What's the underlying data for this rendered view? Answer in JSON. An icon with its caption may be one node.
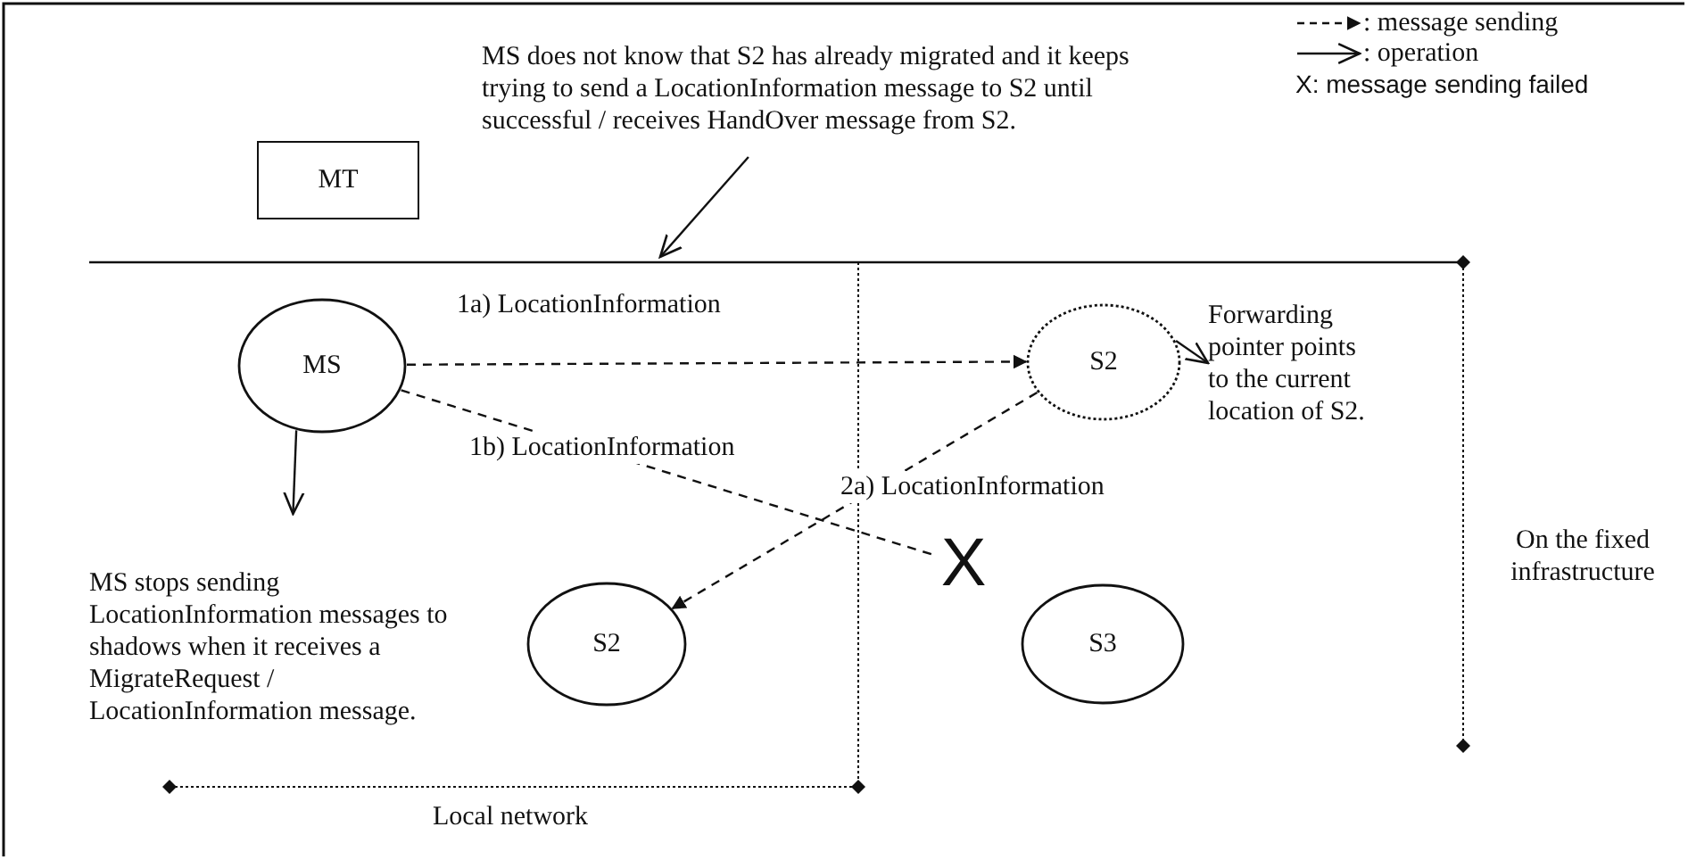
{
  "diagram": {
    "nodes": [
      {
        "text": [
          "MT"
        ]
      },
      {
        "text": [
          "MS"
        ]
      },
      {
        "text": [
          "S2"
        ]
      },
      {
        "text": [
          "S2"
        ]
      },
      {
        "text": [
          "S3"
        ]
      },
      {
        "text": [
          "MS does not know that S2 has already migrated and it keeps trying to send a LocationInformation message to S2 until successful / receives HandOver message from S2."
        ]
      },
      {
        "text": [
          "Forwarding pointer points to the current location of S2."
        ]
      },
      {
        "text": [
          "MS stops sending LocationInformation messages to shadows when it receives a MigrateRequest / LocationInformation message."
        ]
      },
      {
        "text": [
          "X"
        ]
      }
    ],
    "edges": [
      {
        "from": 1,
        "to": 2,
        "arrow": "to",
        "style": "dashed",
        "label": "1a) LocationInformation"
      },
      {
        "from": 1,
        "to": 8,
        "arrow": "none",
        "style": "dashed",
        "label": "1b) LocationInformation"
      },
      {
        "from": 2,
        "to": 3,
        "arrow": "to",
        "style": "dashed",
        "label": "2a) LocationInformation"
      },
      {
        "from": 5,
        "to": null,
        "arrow": "to"
      },
      {
        "from": 2,
        "to": 6,
        "arrow": "to"
      },
      {
        "from": 1,
        "to": 7,
        "arrow": "to"
      }
    ],
    "labels": [
      "Local network",
      "On the fixed infrastructure"
    ],
    "legend": [
      {
        "text": ": message sending"
      },
      {
        "text": ": operation"
      },
      {
        "text": "X: message sending failed"
      }
    ]
  }
}
